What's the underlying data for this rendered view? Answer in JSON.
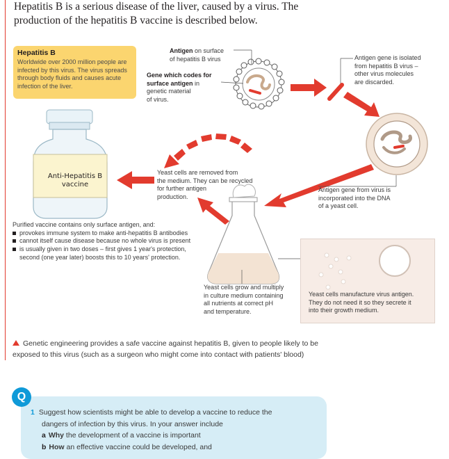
{
  "intro": {
    "line1": "Hepatitis B is a serious disease of the liver, caused by a virus. The",
    "line2": "production of the hepatitis B vaccine is described below."
  },
  "hep_box": {
    "heading": "Hepatitis B",
    "text": "Worldwide over 2000 million people are infected by this virus. The virus spreads through body fluids and causes acute infection of the liver."
  },
  "labels": {
    "antigen_bold": "Antigen",
    "antigen_rest": " on surface",
    "antigen_line2": "of hepatitis B virus",
    "gene_bold1": "Gene which codes for",
    "gene_bold2": "surface antigen",
    "gene_rest": " in",
    "gene_line3": "genetic material",
    "gene_line4": "of virus.",
    "isolated_1": "Antigen gene is isolated",
    "isolated_2": "from hepatitis B virus –",
    "isolated_3": "other virus molecules",
    "isolated_4": "are discarded.",
    "removed_1": "Yeast cells are removed from",
    "removed_2": "the medium. They can be recycled",
    "removed_3": "for further antigen",
    "removed_4": "production.",
    "incorporated_1": "Antigen gene from virus is",
    "incorporated_2": "incorporated into the DNA",
    "incorporated_3": "of a yeast cell.",
    "grow_1": "Yeast cells grow and multiply",
    "grow_2": "in culture medium containing",
    "grow_3": "all nutrients at correct pH",
    "grow_4": "and temperature.",
    "manufacture_1": "Yeast cells manufacture virus antigen.",
    "manufacture_2": "They do not need it so they secrete it",
    "manufacture_3": "into their growth medium."
  },
  "vaccine_label": {
    "line1": "Anti-Hepatitis B",
    "line2": "vaccine"
  },
  "purified": {
    "intro": "Purified vaccine contains only surface antigen, and:",
    "bullets": [
      "provokes immune system to make anti-hepatitis B antibodies",
      "cannot itself cause disease because no whole virus is present",
      "is usually given in two doses – first gives 1 year's protection,"
    ],
    "continuation": "second (one year later) boosts this to 10 years' protection."
  },
  "caption": {
    "line1": "Genetic engineering provides a safe vaccine against hepatitis B, given to people likely to be",
    "line2": "exposed to this virus (such as a surgeon who might come into contact with patients' blood)"
  },
  "question": {
    "icon": "Q",
    "number": "1",
    "text_1": "Suggest how scientists might be able to develop a vaccine to reduce the",
    "text_2": "dangers of infection by this virus. In your answer include",
    "a_label": "a",
    "a_bold": "Why",
    "a_rest": " the development of a vaccine is important",
    "b_label": "b",
    "b_bold": "How",
    "b_rest": " an effective vaccine could be developed, and"
  },
  "colors": {
    "accent_red": "#e23b2e",
    "box_yellow": "#fbd56f",
    "question_blue": "#0f9ad8",
    "question_bg": "#d6edf6"
  }
}
